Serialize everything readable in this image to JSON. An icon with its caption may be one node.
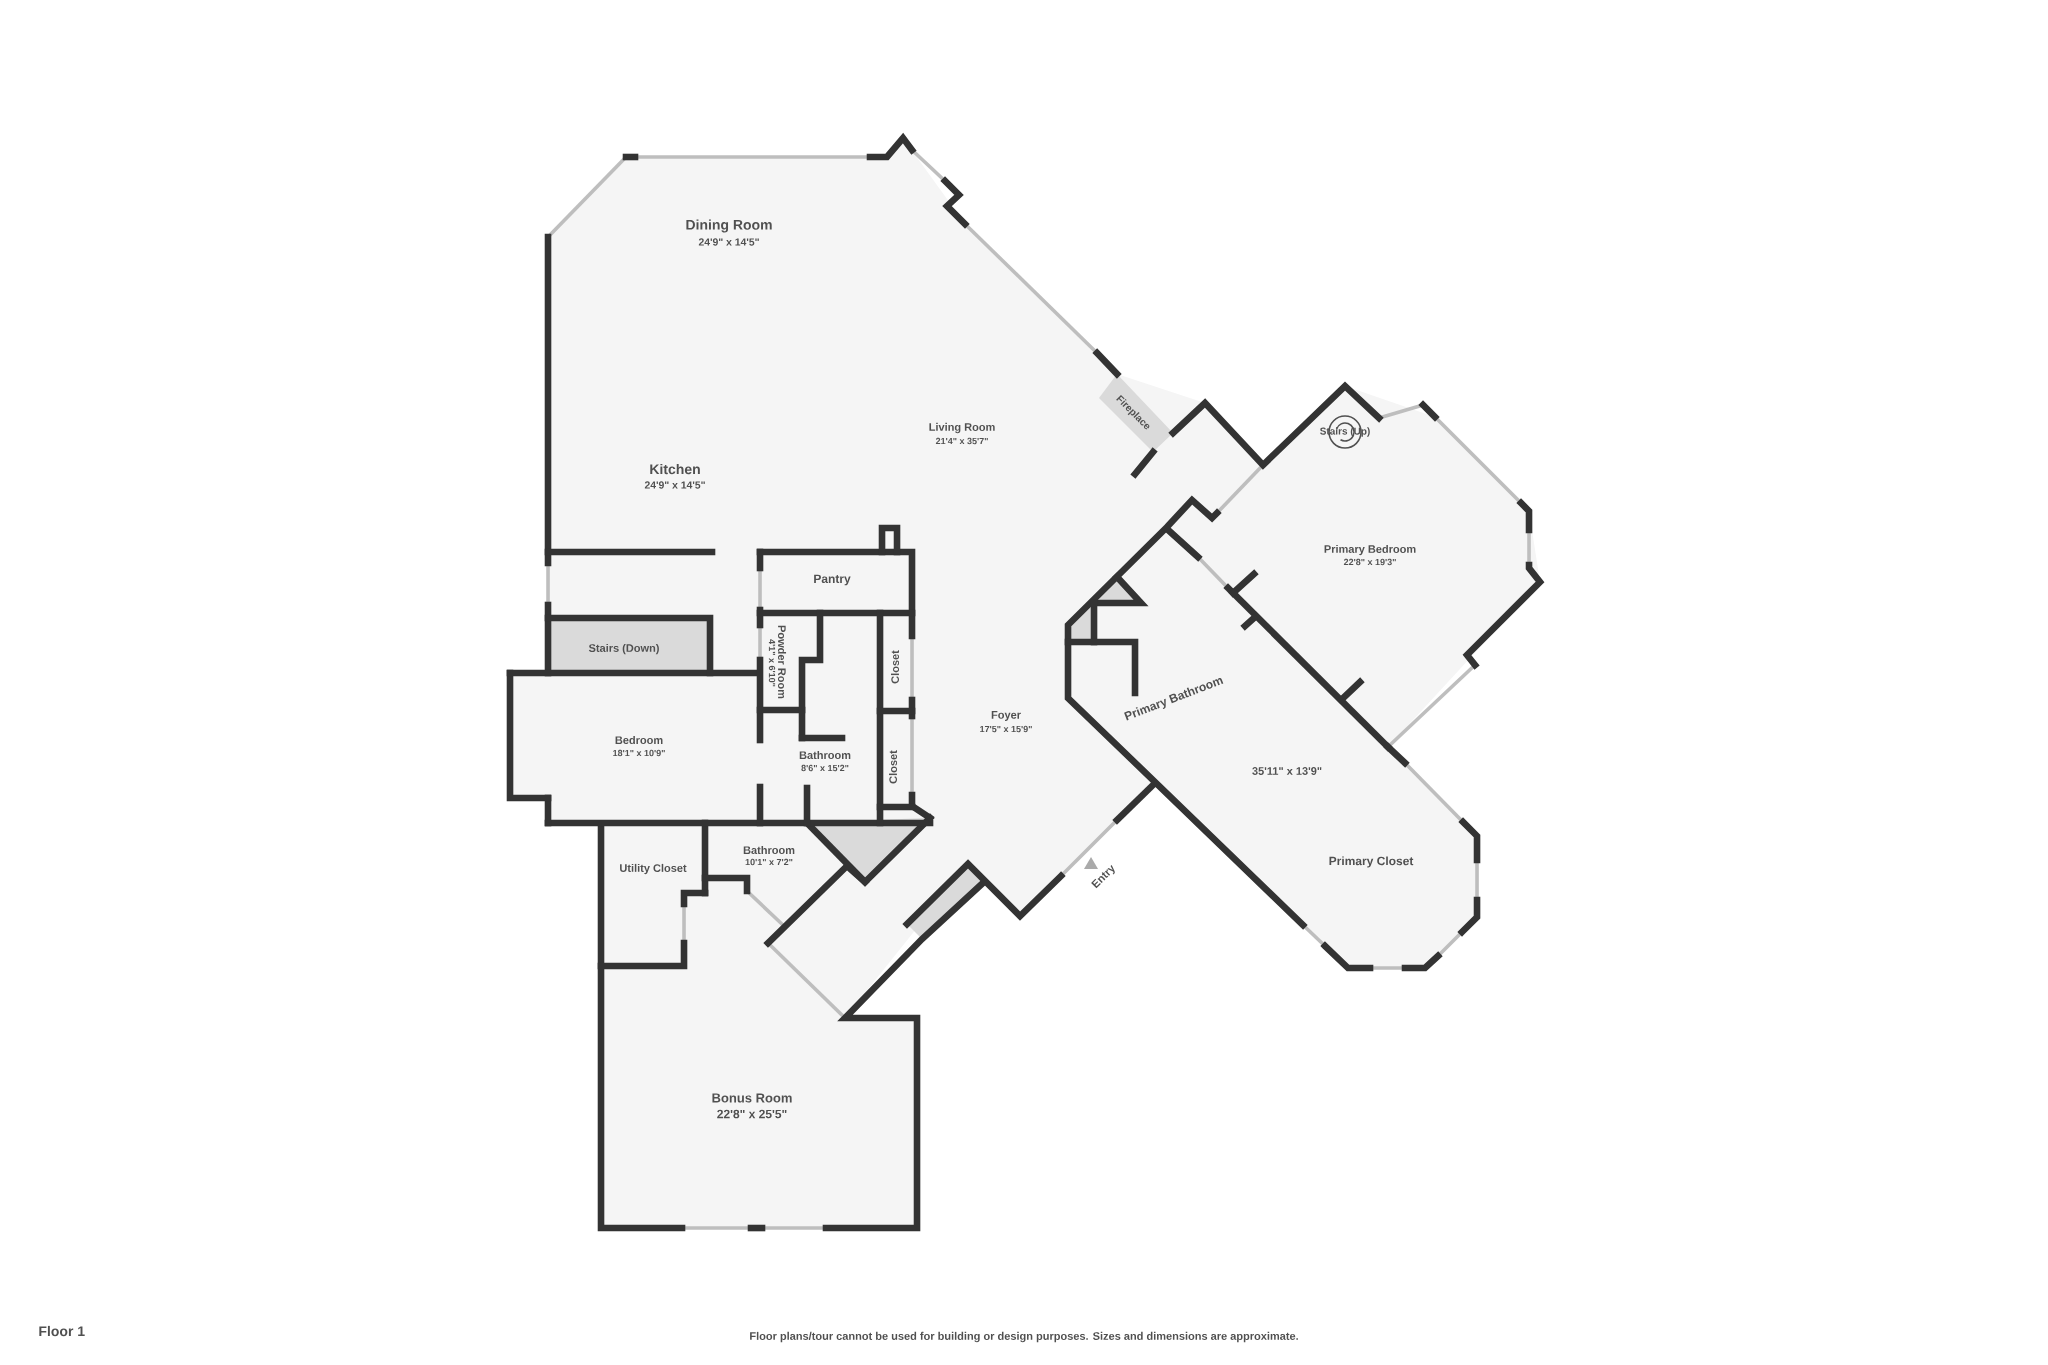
{
  "diagram": {
    "labels": [
      "Dining Room",
      "24'9\" x 14'5\"",
      "Fireplace",
      "Stairs (Up)",
      "Living Room",
      "21'4\" x 35'7\"",
      "Kitchen",
      "24'9\" x 14'5\"",
      "Primary Bedroom",
      "22'8\" x 19'3\"",
      "Pantry",
      "Stairs (Down)",
      "Powder Room",
      "4'1\" x 6'10\"",
      "Closet",
      "Primary Bathroom",
      "Foyer",
      "17'5\" x 15'9\"",
      "Bedroom",
      "18'1\" x 10'9\"",
      "Bathroom",
      "8'6\" x 15'2\"",
      "Closet",
      "35'11\" x 13'9\"",
      "Bathroom",
      "10'1\" x 7'2\"",
      "Primary Closet",
      "Utility Closet",
      "Entry",
      "Bonus Room",
      "22'8\" x 25'5\"",
      "Floor 1",
      "Floor plans/tour cannot be used for building or design purposes. Sizes and dimensions are approximate."
    ]
  }
}
